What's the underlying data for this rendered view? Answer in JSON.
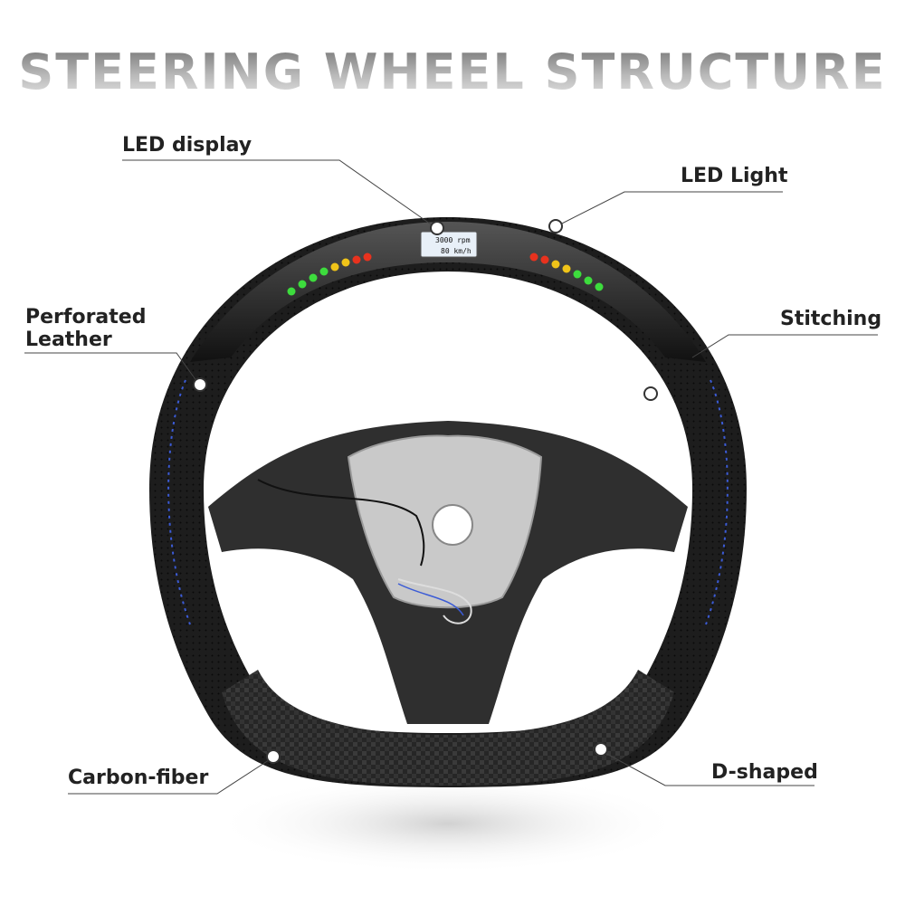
{
  "title": "STEERING WHEEL STRUCTURE",
  "callouts": {
    "led_display": "LED display",
    "led_light": "LED Light",
    "perforated_leather": [
      "Perforated",
      "Leather"
    ],
    "stitching": "Stitching",
    "carbon_fiber": "Carbon-fiber",
    "d_shaped": "D-shaped"
  },
  "display": {
    "rpm": "3000 rpm",
    "speed": "80 km/h"
  },
  "colors": {
    "title": "#9a9a9a",
    "label": "#222222",
    "leather": "#1c1c1c",
    "carbon": "#2a2a2a",
    "hub": "#3a3a3a",
    "stitch": "#3b5bd6",
    "led_green": "#3ddc3d",
    "led_yellow": "#f0c419",
    "led_red": "#e8321e"
  }
}
